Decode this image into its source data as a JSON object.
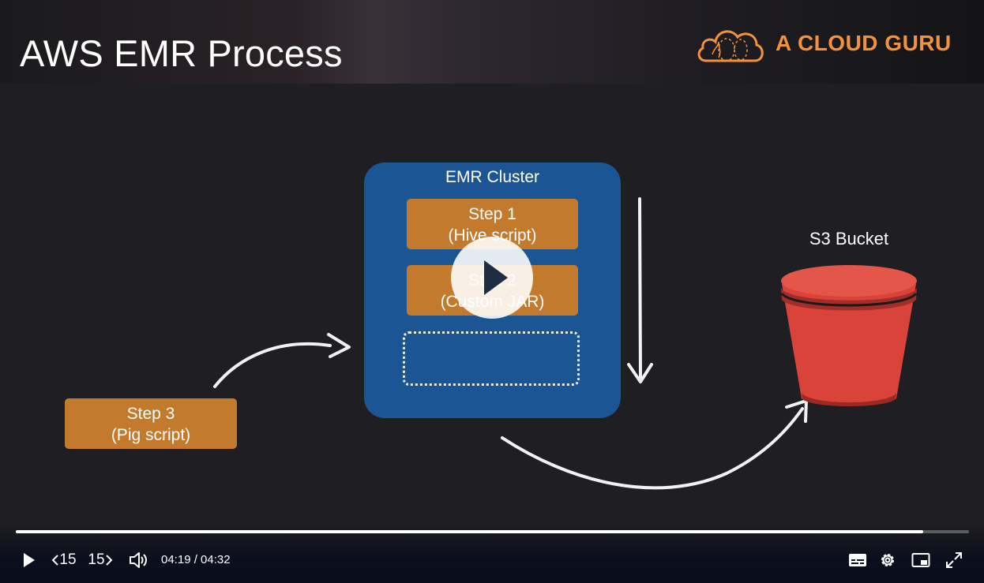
{
  "slide": {
    "title": "AWS EMR Process",
    "brand": "A CLOUD GURU",
    "brand_color": "#f3923b"
  },
  "diagram": {
    "cluster_title": "EMR Cluster",
    "steps": [
      {
        "line1": "Step 1",
        "line2": "(Hive script)"
      },
      {
        "line1": "Step 2",
        "line2": "(Custom JAR)"
      },
      {
        "line1": "Step 3",
        "line2": "(Pig script)"
      }
    ],
    "bucket_label": "S3 Bucket",
    "colors": {
      "cluster": "#1b5593",
      "step": "#c37a2d",
      "bucket": "#d9433a"
    }
  },
  "player": {
    "progress_fraction": 0.9523,
    "time_display": "04:19 / 04:32",
    "skip_back_label": "15",
    "skip_forward_label": "15",
    "icons": [
      "play-icon",
      "rewind-15-icon",
      "forward-15-icon",
      "volume-icon",
      "captions-icon",
      "settings-gear-icon",
      "picture-in-picture-icon",
      "fullscreen-icon"
    ]
  }
}
